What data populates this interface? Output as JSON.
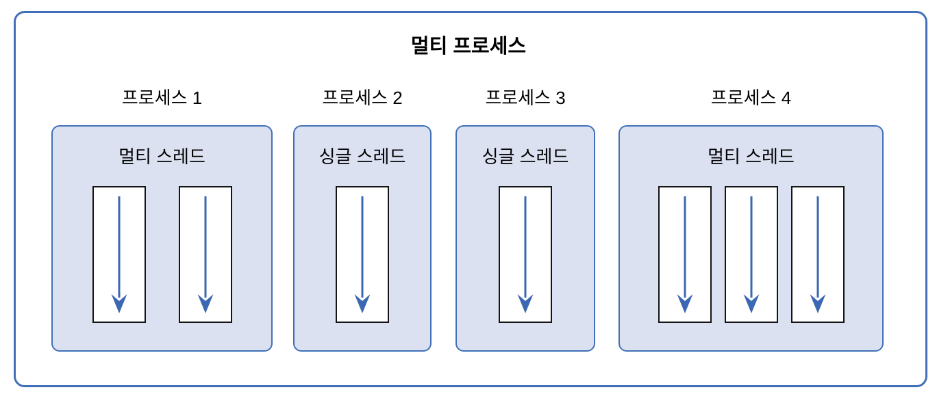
{
  "diagram": {
    "title": "멀티 프로세스",
    "colors": {
      "container_border": "#4170b8",
      "process_fill": "#dce1f1",
      "process_border": "#4170b8",
      "thread_rect_fill": "#ffffff",
      "thread_rect_border": "#141414",
      "arrow": "#3c67b2",
      "text": "#000000",
      "background": "#ffffff"
    },
    "processes": [
      {
        "label": "프로세스 1",
        "thread_label": "멀티 스레드",
        "thread_count": 2
      },
      {
        "label": "프로세스 2",
        "thread_label": "싱글 스레드",
        "thread_count": 1
      },
      {
        "label": "프로세스 3",
        "thread_label": "싱글 스레드",
        "thread_count": 1
      },
      {
        "label": "프로세스 4",
        "thread_label": "멀티 스레드",
        "thread_count": 3
      }
    ]
  }
}
